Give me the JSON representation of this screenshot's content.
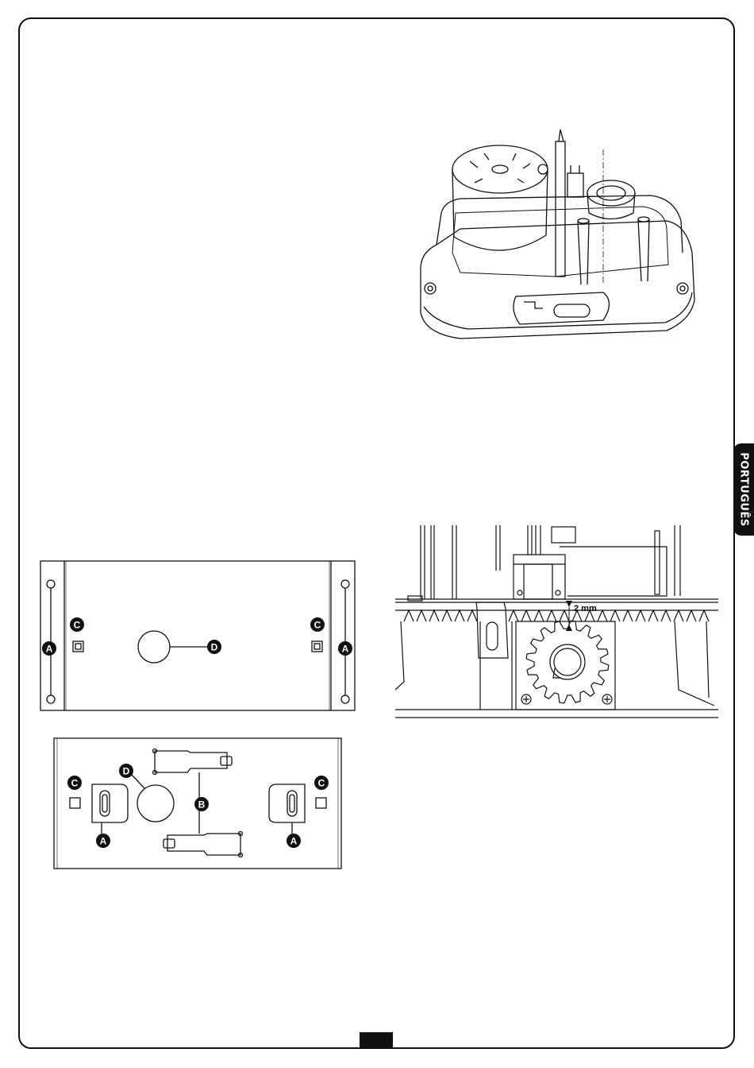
{
  "language_tab": "PORTUGUÊS",
  "page_number": "",
  "figure_gearbox": {
    "name": "motor-gearbox-illustration"
  },
  "figure_plate_top": {
    "callouts": {
      "a": "A",
      "c": "C",
      "d": "D"
    }
  },
  "figure_plate_bottom": {
    "callouts": {
      "a": "A",
      "b": "B",
      "c": "C",
      "d": "D"
    }
  },
  "figure_rack": {
    "dimension": "2 mm"
  }
}
